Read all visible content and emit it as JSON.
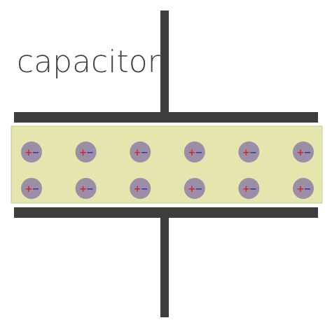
{
  "title": "capacitor",
  "colors": {
    "background": "#ffffff",
    "plate": "#3d3d3d",
    "dielectric_fill": "#e4e6ae",
    "dielectric_edge": "#c9cb8f",
    "molecule": "#9b8fa8",
    "positive_sign": "#d0262e",
    "negative_sign": "#2e3a9e",
    "title_text": "#444444"
  },
  "molecules": {
    "rows": 2,
    "columns": 6,
    "positive_symbol": "+",
    "negative_symbol": "−"
  }
}
